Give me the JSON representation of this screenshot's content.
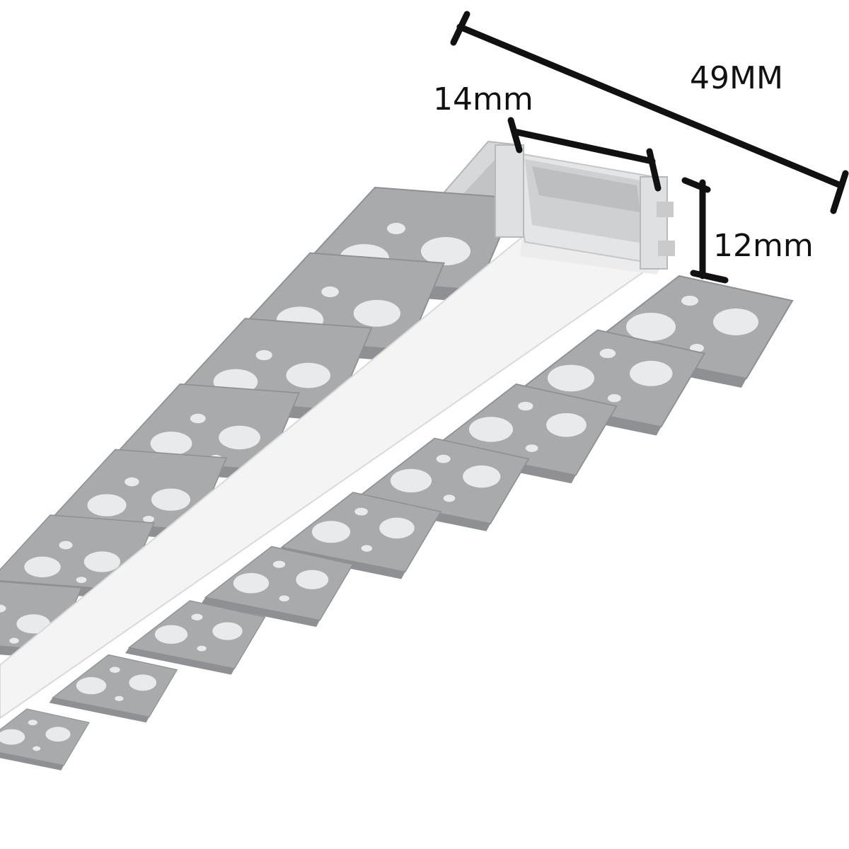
{
  "dimensions": {
    "overall_width": "49MM",
    "channel_width": "14mm",
    "channel_height": "12mm"
  },
  "colors": {
    "background": "#ffffff",
    "flange": "#a9aaac",
    "flange_dark": "#8e9094",
    "hole": "#e9eaec",
    "diffuser": "#f4f4f4",
    "channel_inner": "#cfd0d2",
    "dimension_line": "#111111"
  },
  "flange_tabs": {
    "left_count": 7,
    "right_count": 9
  }
}
